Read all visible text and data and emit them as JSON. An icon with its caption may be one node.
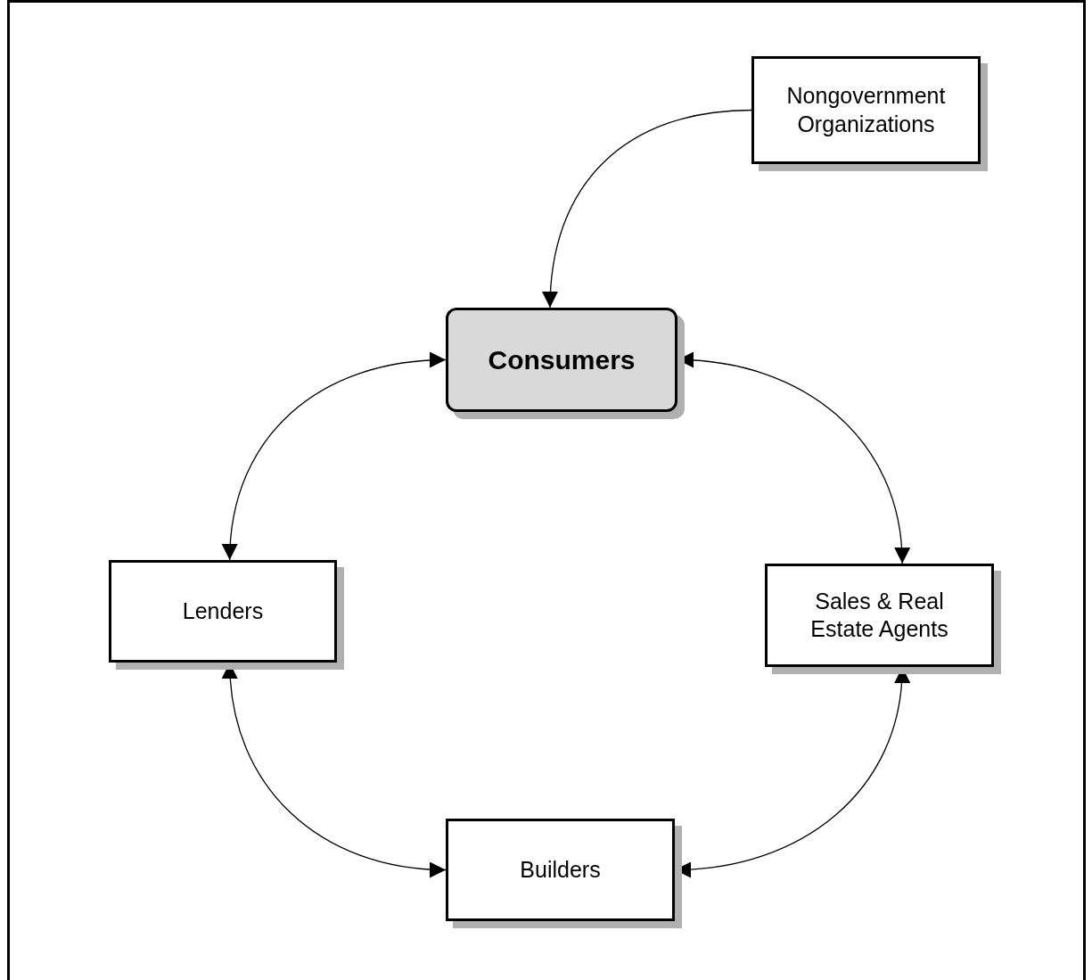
{
  "diagram": {
    "nodes": [
      {
        "text": [
          "Nongovernment Organizations"
        ]
      },
      {
        "text": [
          "Consumers"
        ]
      },
      {
        "text": [
          "Lenders"
        ]
      },
      {
        "text": [
          "Sales & Real Estate Agents"
        ]
      },
      {
        "text": [
          "Builders"
        ]
      }
    ],
    "edges": [
      {
        "from": 0,
        "to": 1,
        "arrow": "to"
      },
      {
        "from": 1,
        "to": 2,
        "arrow": "both"
      },
      {
        "from": 1,
        "to": 3,
        "arrow": "both"
      },
      {
        "from": 2,
        "to": 4,
        "arrow": "both"
      },
      {
        "from": 3,
        "to": 4,
        "arrow": "both"
      }
    ]
  }
}
